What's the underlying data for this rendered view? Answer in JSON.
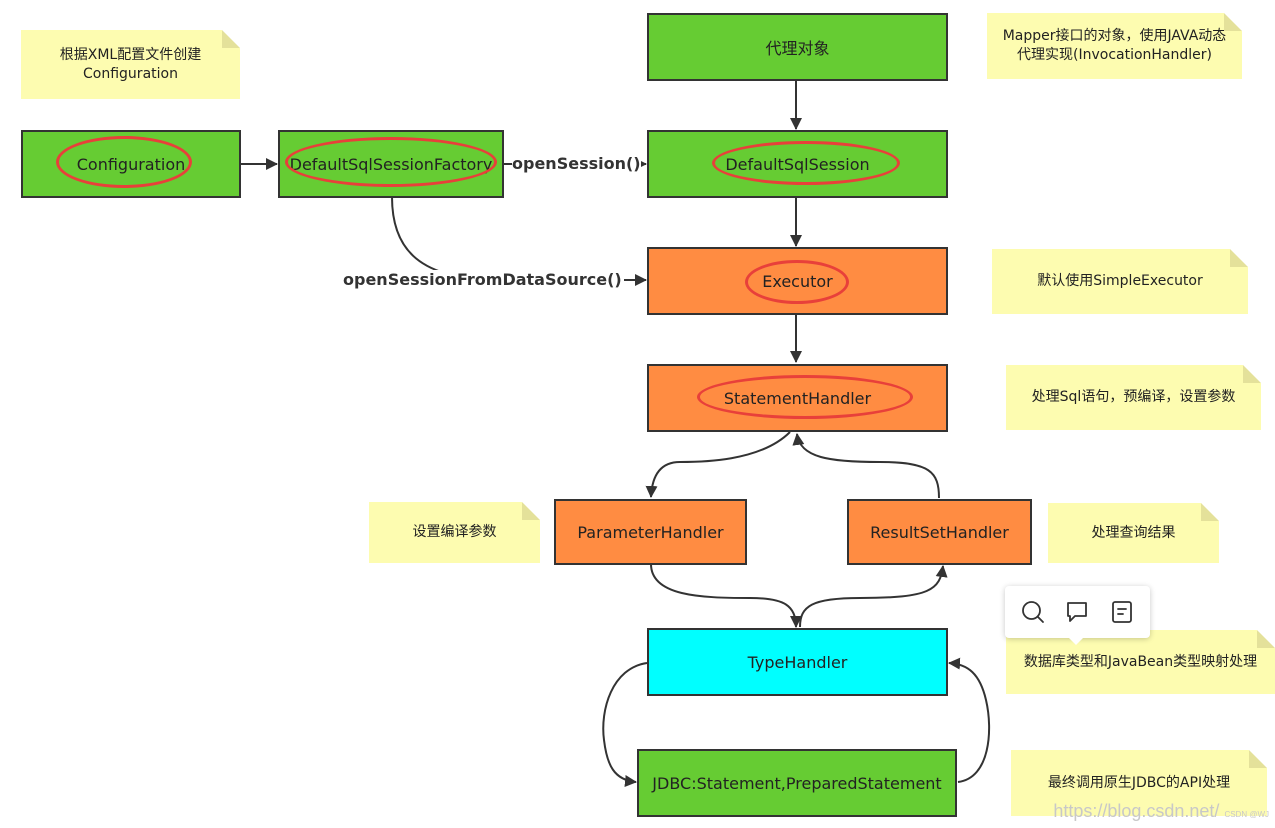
{
  "nodes": {
    "configuration": "Configuration",
    "factory": "DefaultSqlSessionFactory",
    "proxy": "代理对象",
    "session": "DefaultSqlSession",
    "executor": "Executor",
    "statement_handler": "StatementHandler",
    "parameter_handler": "ParameterHandler",
    "resultset_handler": "ResultSetHandler",
    "type_handler": "TypeHandler",
    "jdbc": "JDBC:Statement,PreparedStatement"
  },
  "edge_labels": {
    "open_session": "openSession()",
    "open_session_from_ds": "openSessionFromDataSource()"
  },
  "notes": {
    "config_note": "根据XML配置文件创建Configuration",
    "proxy_note": "Mapper接口的对象，使用JAVA动态代理实现(InvocationHandler)",
    "executor_note": "默认使用SimpleExecutor",
    "statement_note": "处理Sql语句，预编译，设置参数",
    "parameter_note": "设置编译参数",
    "resultset_note": "处理查询结果",
    "typehandler_note": "数据库类型和JavaBean类型映射处理",
    "jdbc_note": "最终调用原生JDBC的API处理"
  },
  "toolbar": {
    "icons": [
      "search-icon",
      "comment-icon",
      "note-icon"
    ]
  },
  "watermark": {
    "text": "https://blog.csdn.net/",
    "sub": "CSDN @WJ"
  },
  "colors": {
    "green": "#66cc33",
    "orange": "#ff8c42",
    "cyan": "#00ffff",
    "note": "#fdfcb0",
    "oval": "#e8403a"
  }
}
